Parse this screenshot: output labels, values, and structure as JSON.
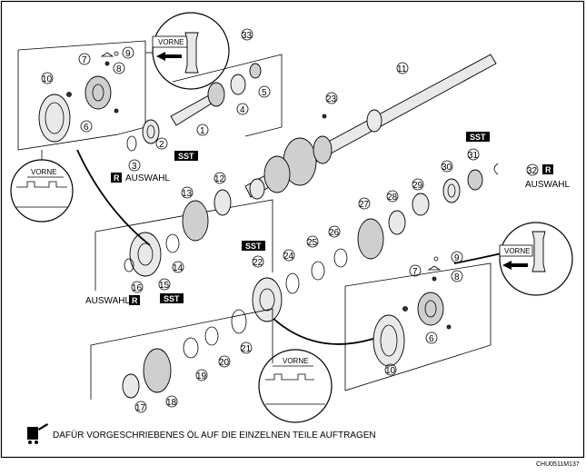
{
  "figure": {
    "callouts": [
      "1",
      "2",
      "3",
      "4",
      "5",
      "6",
      "7",
      "8",
      "9",
      "10",
      "11",
      "12",
      "13",
      "14",
      "15",
      "16",
      "17",
      "18",
      "19",
      "20",
      "21",
      "22",
      "23",
      "24",
      "25",
      "26",
      "27",
      "28",
      "29",
      "30",
      "31",
      "32",
      "33"
    ],
    "callouts_secondary": [
      "6",
      "7",
      "8",
      "9",
      "10"
    ],
    "labels": {
      "vorne": "VORNE",
      "sst": "SST",
      "r": "R",
      "auswahl": "AUSWAHL"
    },
    "footer_note": "DAFÜR VORGESCHRIEBENES ÖL AUF DIE EINZELNEN TEILE AUFTRAGEN",
    "figure_code": "CHU0511M137"
  }
}
